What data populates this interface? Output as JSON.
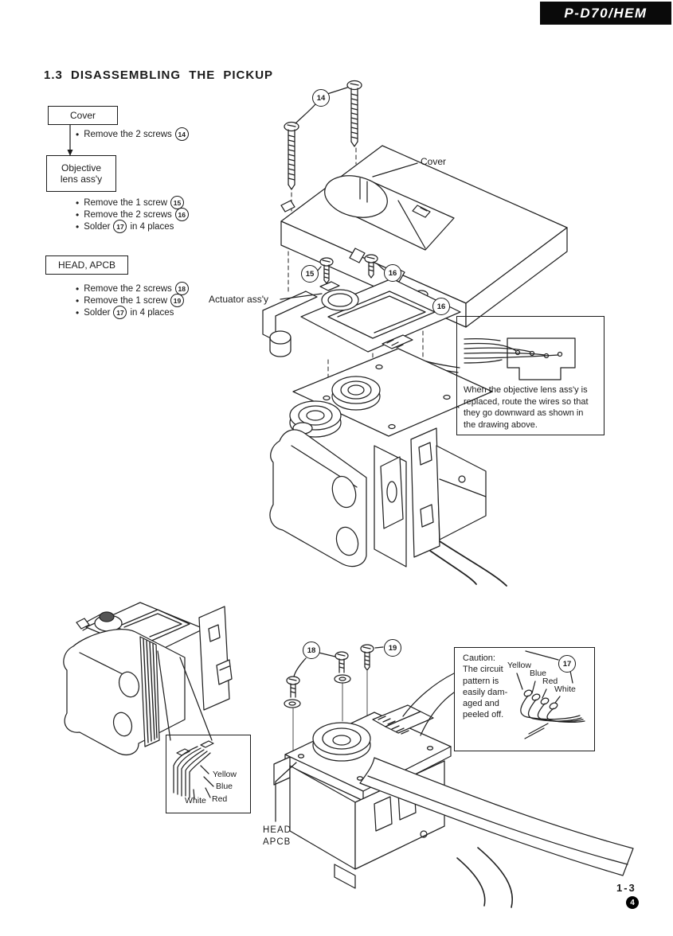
{
  "colors": {
    "ink": "#1b1b1b",
    "paper": "#ffffff"
  },
  "header": {
    "model": "P-D70/HEM"
  },
  "title": "1.3 DISASSEMBLING THE PICKUP",
  "flow": {
    "cover": {
      "label": "Cover",
      "steps": [
        {
          "pre": "Remove the 2 screws",
          "num": "14",
          "post": ""
        }
      ]
    },
    "objective": {
      "label_line1": "Objective",
      "label_line2": "lens ass'y",
      "steps": [
        {
          "pre": "Remove the 1 screw",
          "num": "15",
          "post": ""
        },
        {
          "pre": "Remove the 2 screws",
          "num": "16",
          "post": ""
        },
        {
          "pre": "Solder",
          "num": "17",
          "post": "in 4 places"
        }
      ]
    },
    "head": {
      "label": "HEAD, APCB",
      "steps": [
        {
          "pre": "Remove the 2 screws",
          "num": "18",
          "post": ""
        },
        {
          "pre": "Remove the 1 screw",
          "num": "19",
          "post": ""
        },
        {
          "pre": "Solder",
          "num": "17",
          "post": "in 4 places"
        }
      ]
    }
  },
  "diagram_top": {
    "cover_label": "Cover",
    "actuator_label": "Actuator ass'y",
    "callouts": {
      "c14": "14",
      "c15": "15",
      "c16a": "16",
      "c16b": "16"
    },
    "note": {
      "line1": "When the objective lens ass'y is",
      "line2": "replaced, route the wires so that",
      "line3": "they go downward as shown in",
      "line4": "the drawing above."
    }
  },
  "diagram_bottom": {
    "callouts": {
      "c18": "18",
      "c19": "19",
      "c17": "17"
    },
    "head_apcb_line1": "HEAD",
    "head_apcb_line2": "APCB",
    "inset_wire_labels": {
      "yellow": "Yellow",
      "blue": "Blue",
      "red": "Red",
      "white": "White"
    },
    "caution": {
      "line1": "Caution:",
      "line2": "The circuit",
      "line3": "pattern is",
      "line4": "easily dam-",
      "line5": "aged and",
      "line6": "peeled off.",
      "wire_labels": {
        "yellow": "Yellow",
        "blue": "Blue",
        "red": "Red",
        "white": "White"
      }
    }
  },
  "footer": {
    "page_number": "1-3",
    "badge": "4"
  }
}
